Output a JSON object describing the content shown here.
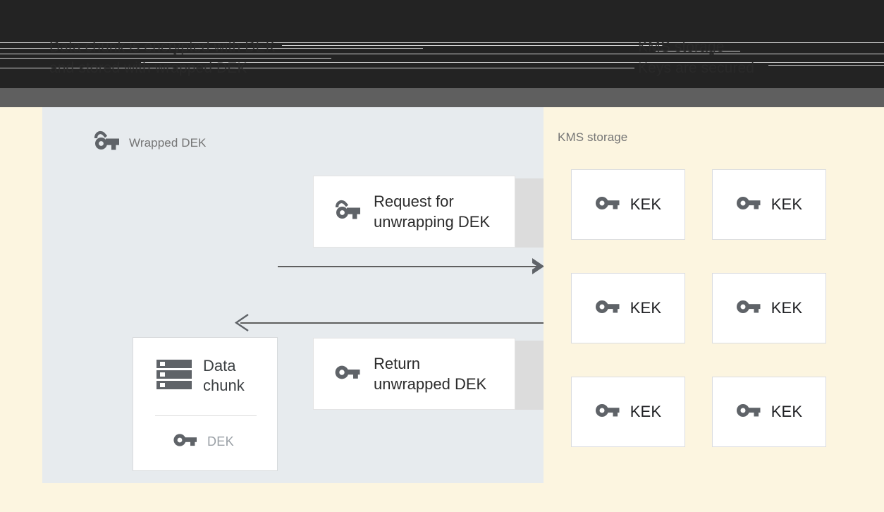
{
  "header": {
    "line1": "Data chunk is encrypted with DEK",
    "line2": "and stored with wrapped DEK",
    "right_line1": "KMS storage",
    "right_line2": "Keys are secured",
    "band_color": "#232323",
    "bar_color": "#5f5f5f"
  },
  "left_panel": {
    "heading": "Wrapped DEK",
    "background": "#e7ebee",
    "data_chunk": {
      "title": "Data\nchunk",
      "key_label": "DEK",
      "storage_icon": "storage-icon",
      "key_icon": "key-icon"
    },
    "messages": [
      {
        "label": "Request for\nunwrapping DEK",
        "icon": "key-wrapped-icon"
      },
      {
        "label": "Return\nunwrapped DEK",
        "icon": "key-icon"
      }
    ],
    "arrows": [
      {
        "name": "request-arrow",
        "direction": "right"
      },
      {
        "name": "return-arrow",
        "direction": "left"
      }
    ]
  },
  "right_panel": {
    "heading": "KMS storage",
    "background": "#fcf5e0",
    "keks": [
      {
        "label": "KEK"
      },
      {
        "label": "KEK"
      },
      {
        "label": "KEK"
      },
      {
        "label": "KEK"
      },
      {
        "label": "KEK"
      },
      {
        "label": "KEK"
      }
    ]
  },
  "colors": {
    "page_background": "#fcf5e0",
    "panel_left": "#e7ebee",
    "card_white": "#ffffff",
    "icon_gray": "#5f6368",
    "heading_gray": "#757575",
    "text_dark": "#2c2c2c",
    "muted_text": "#9aa0a6",
    "arrow": "#5f5f5f",
    "shadow": "#dcdcdc"
  }
}
